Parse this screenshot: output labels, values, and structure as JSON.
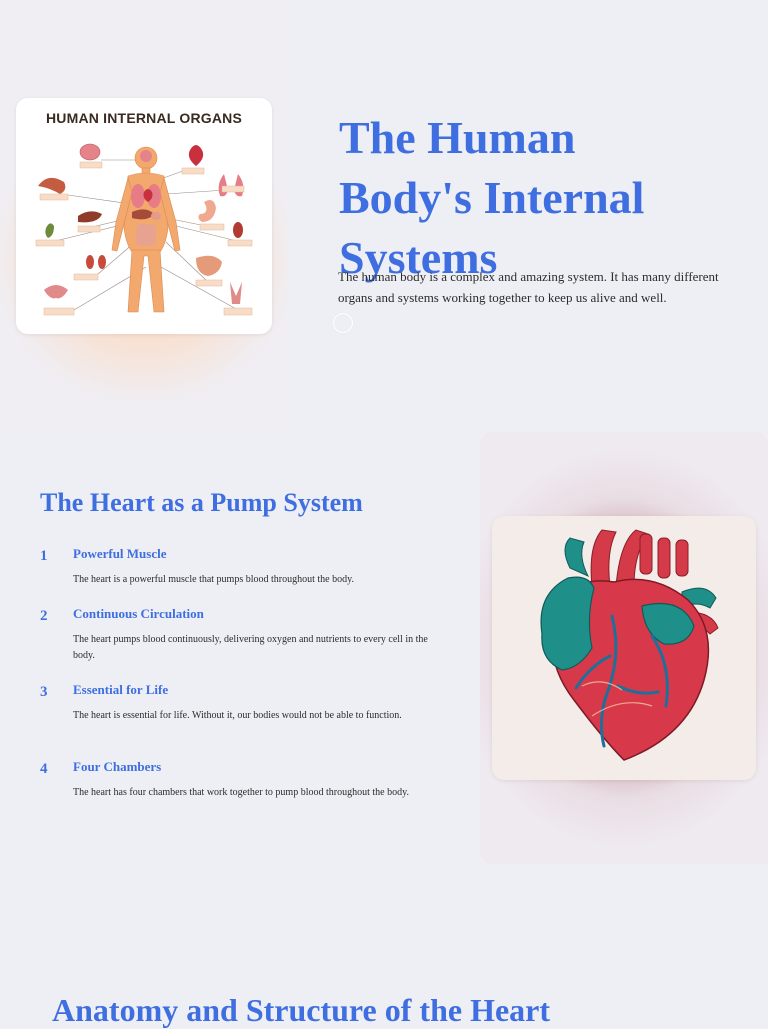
{
  "hero": {
    "title": "The Human Body's Internal Systems",
    "description": "The human body is a complex and amazing system. It has many different organs and systems working together to keep us alive and well.",
    "image_heading": "HUMAN INTERNAL ORGANS"
  },
  "heart_section": {
    "title": "The Heart as a Pump System",
    "steps": [
      {
        "number": "1",
        "title": "Powerful Muscle",
        "text": "The heart is a powerful muscle that pumps blood throughout the body."
      },
      {
        "number": "2",
        "title": "Continuous Circulation",
        "text": "The heart pumps blood continuously, delivering oxygen and nutrients to every cell in the body."
      },
      {
        "number": "3",
        "title": "Essential for Life",
        "text": "The heart is essential for life. Without it, our bodies would not be able to function."
      },
      {
        "number": "4",
        "title": "Four Chambers",
        "text": "The heart has four chambers that work together to pump blood throughout the body."
      }
    ]
  },
  "anatomy_section": {
    "title": "Anatomy and Structure of the Heart"
  },
  "colors": {
    "accent": "#3e6ee0",
    "background": "#eeeff5",
    "body_text": "#2c2c2c"
  }
}
